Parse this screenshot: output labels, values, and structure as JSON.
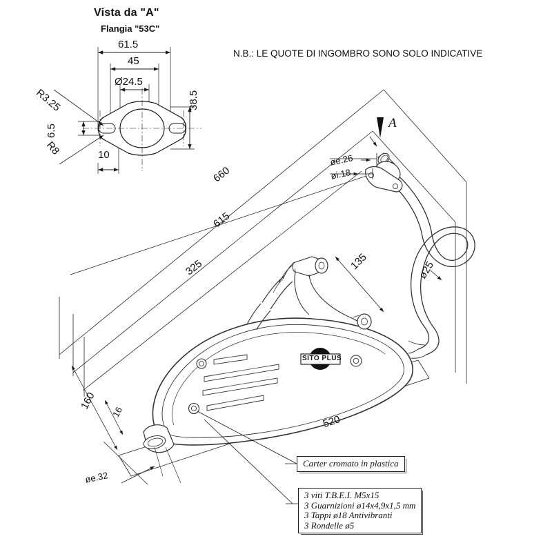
{
  "drawing": {
    "title": "Vista da \"A\"",
    "subtitle": "Flangia \"53C\"",
    "note": "N.B.: LE QUOTE DI INGOMBRO SONO SOLO INDICATIVE",
    "view_marker": "A",
    "brand_badge": "SITO PLUS"
  },
  "flange_dimensions": {
    "overall_width": "61.5",
    "bolt_spacing": "45",
    "bore_diameter": "Ø24.5",
    "height": "38.5",
    "slot_offset": "10",
    "slot_height": "6.5",
    "radius_small": "R3.25",
    "radius_large": "R8"
  },
  "body_dimensions": {
    "length_660": "660",
    "length_615": "615",
    "length_325": "325",
    "length_520": "520",
    "bracket_135": "135",
    "height_160": "160",
    "offset_16": "16",
    "pipe_outer": "øe.26",
    "pipe_inner": "øi.18",
    "pipe_25": "ø25",
    "outlet_32": "øe.32"
  },
  "callout": {
    "carter": "Carter cromato in plastica"
  },
  "parts_list": [
    "3 viti T.B.E.I. M5x15",
    "3 Guarnizioni ø14x4,9x1,5 mm",
    "3 Tappi ø18 Antivibranti",
    "3 Rondelle ø5"
  ],
  "colors": {
    "line": "#1a1a1a",
    "thin": "#555555",
    "fill": "#ffffff"
  }
}
